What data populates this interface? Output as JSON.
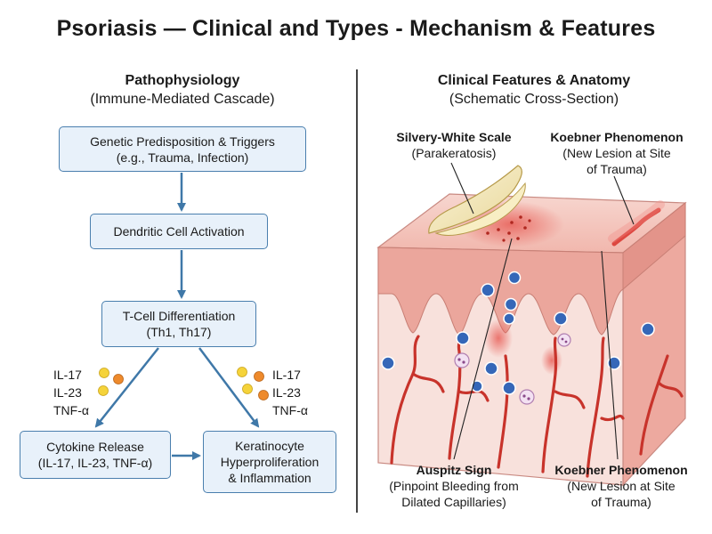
{
  "title": "Psoriasis — Clinical and Types - Mechanism & Features",
  "left": {
    "heading": "Pathophysiology",
    "subheading": "(Immune-Mediated Cascade)",
    "steps": {
      "genetic": [
        "Genetic Predisposition & Triggers",
        "(e.g., Trauma, Infection)"
      ],
      "dendritic": [
        "Dendritic Cell Activation"
      ],
      "tcell": [
        "T-Cell Differentiation",
        "(Th1, Th17)"
      ],
      "cytokine": [
        "Cytokine Release",
        "(IL-17, IL-23, TNF-α)"
      ],
      "keratinocyte": [
        "Keratinocyte",
        "Hyperproliferation",
        "& Inflammation"
      ]
    },
    "cytokines_left": [
      "IL-17",
      "IL-23",
      "TNF-α"
    ],
    "cytokines_right": [
      "IL-17",
      "IL-23",
      "TNF-α"
    ]
  },
  "right": {
    "heading": "Clinical Features & Anatomy",
    "subheading": "(Schematic Cross-Section)",
    "labels": {
      "scale": {
        "title": "Silvery-White Scale",
        "lines": [
          "(Parakeratosis)"
        ]
      },
      "koebner_top": {
        "title": "Koebner Phenomenon",
        "lines": [
          "(New Lesion at Site",
          "of Trauma)"
        ]
      },
      "auspitz": {
        "title": "Auspitz Sign",
        "lines": [
          "(Pinpoint Bleeding from",
          "Dilated Capillaries)"
        ]
      },
      "koebner_bottom": {
        "title": "Koebner Phenomenon",
        "lines": [
          "(New Lesion at Site",
          "of Trauma)"
        ]
      }
    }
  },
  "colors": {
    "box_fill": "#e8f1fa",
    "box_border": "#4a7fae",
    "arrow": "#3f78a8",
    "cyto_yellow": "#f5d33a",
    "cyto_orange": "#ee8a2c",
    "skin_pink": "#f6c9c4",
    "vessel_red": "#c8332b",
    "cell_blue": "#3567b8"
  }
}
